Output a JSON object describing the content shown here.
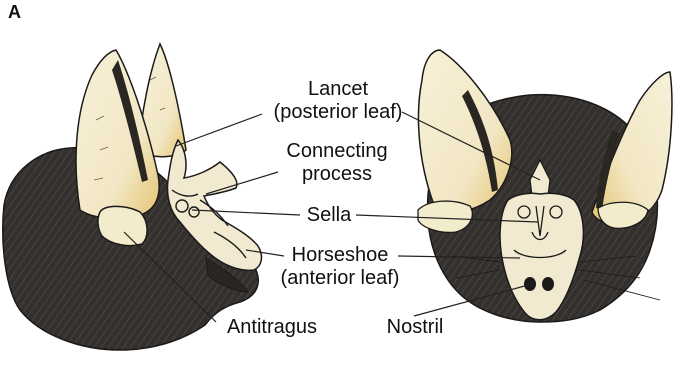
{
  "panel_letter": "A",
  "labels": {
    "lancet_line1": "Lancet",
    "lancet_line2": "(posterior leaf)",
    "connecting_line1": "Connecting",
    "connecting_line2": "process",
    "sella": "Sella",
    "horseshoe_line1": "Horseshoe",
    "horseshoe_line2": "(anterior leaf)",
    "antitragus": "Antitragus",
    "nostril": "Nostril"
  },
  "colors": {
    "fur": "#3a3633",
    "fur_dark": "#1c1a19",
    "ear": "#f3eccc",
    "ear_shade": "#e6c978",
    "ear_inner_dark": "#2a2622",
    "noseleaf": "#f1ead0",
    "outline": "#1a1a1a",
    "leader": "#222222"
  }
}
